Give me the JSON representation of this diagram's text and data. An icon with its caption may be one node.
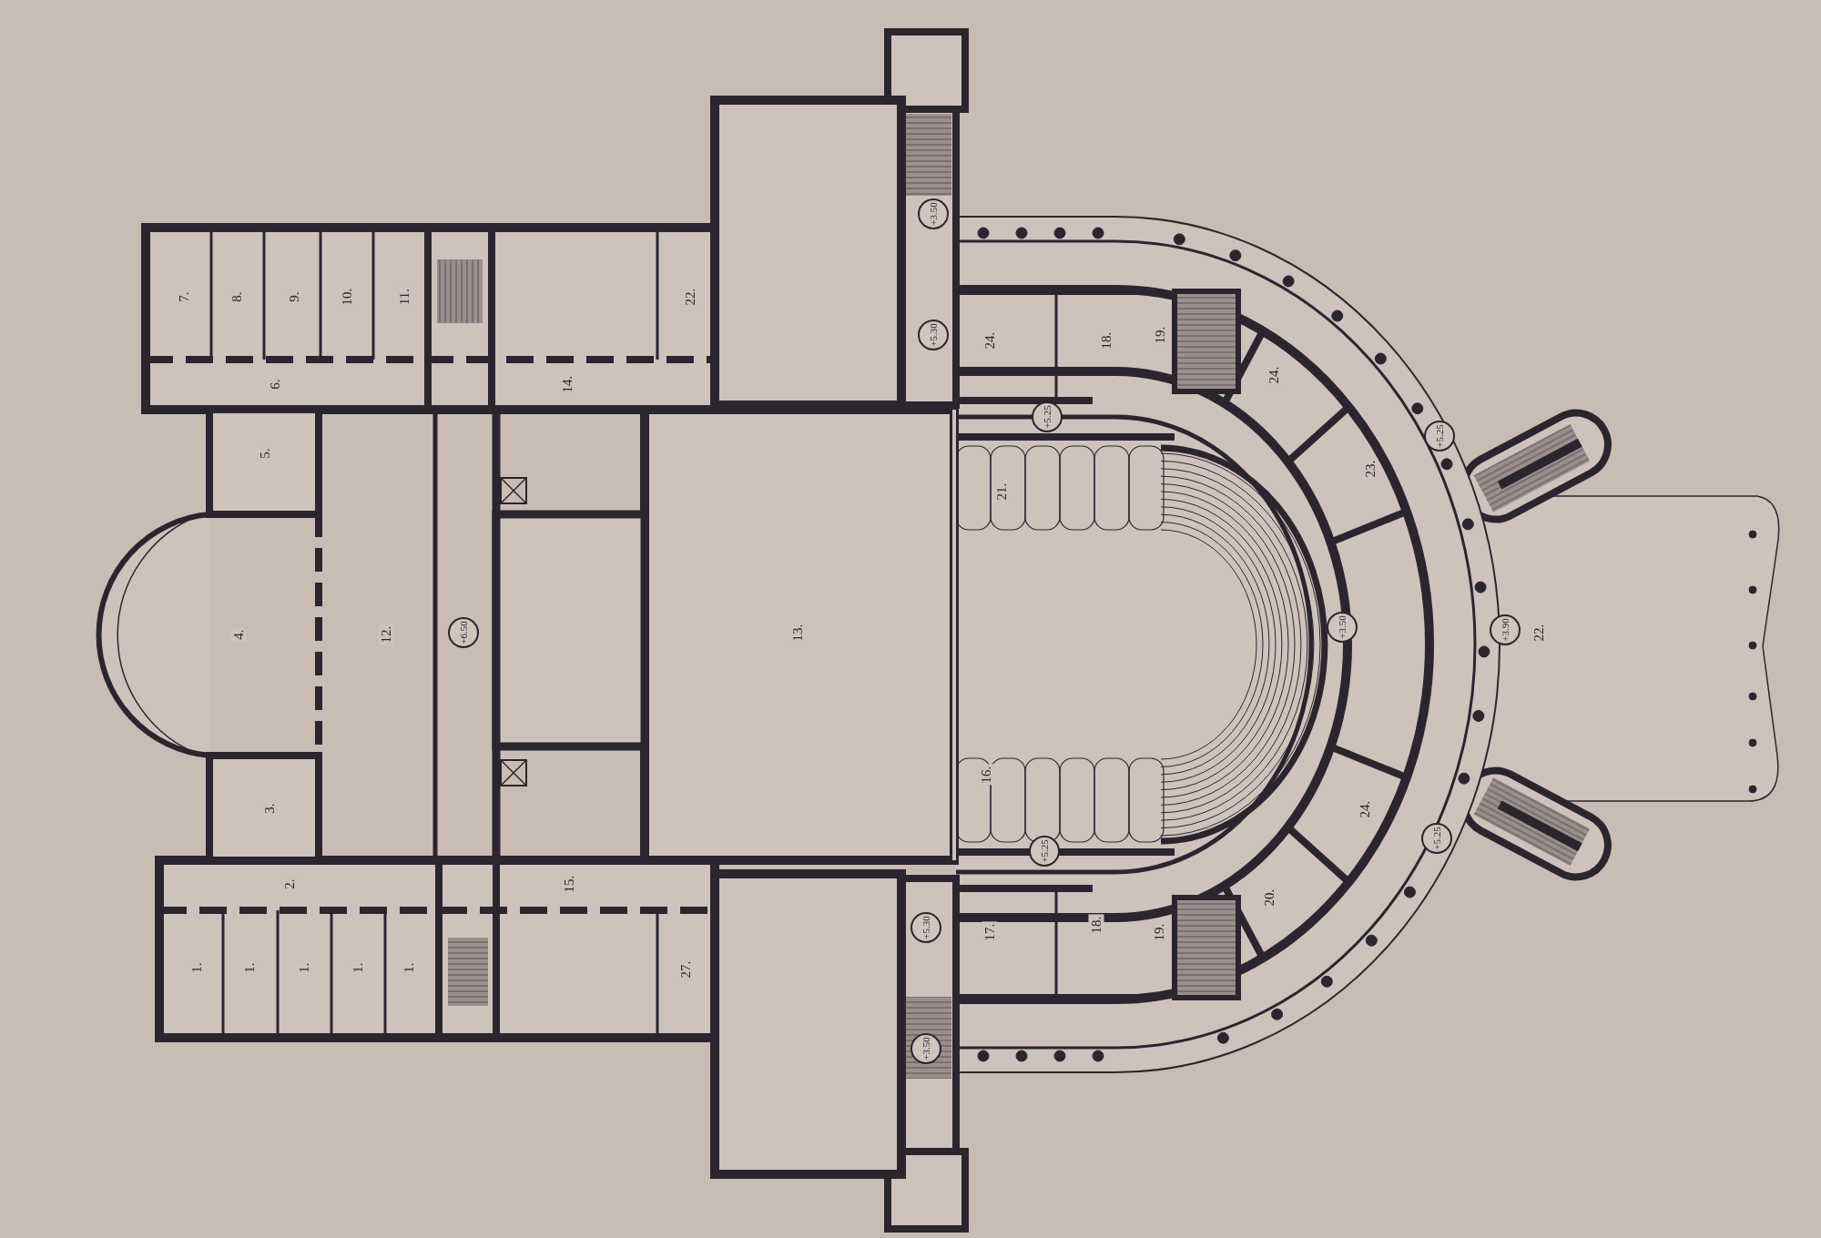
{
  "diagram": {
    "labels": [
      "7.",
      "8.",
      "9.",
      "10.",
      "11.",
      "22.",
      "+3.50",
      "+5.30",
      "24.",
      "18.",
      "19.",
      "24.",
      "6.",
      "14.",
      "+5.25",
      "+5.25",
      "5.",
      "23.",
      "21.",
      "4.",
      "12.",
      "+6.50",
      "13.",
      "+3.50",
      "+3.90",
      "22.",
      "16.",
      "3.",
      "24.",
      "+5.25",
      "+5.25",
      "2.",
      "15.",
      "20.",
      "18.",
      "+5.30",
      "17.",
      "19.",
      "1.",
      "1.",
      "1.",
      "1.",
      "1.",
      "27.",
      "+3.50"
    ]
  }
}
